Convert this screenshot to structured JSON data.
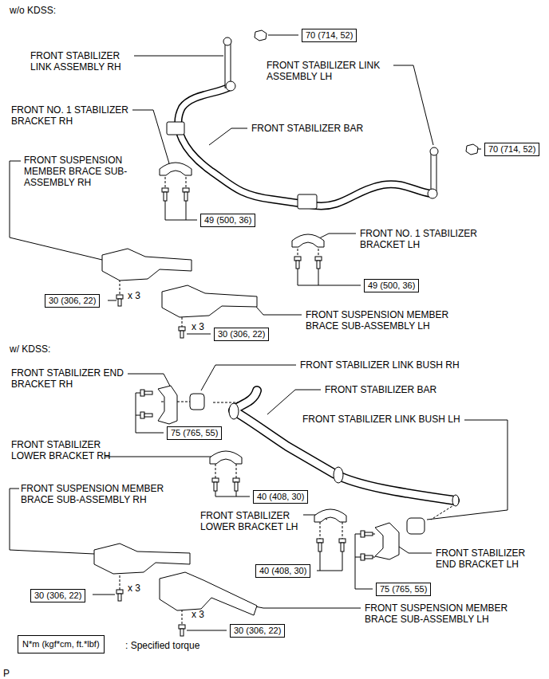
{
  "diagram": {
    "nodes": [
      {
        "text": [
          "70 (714, 52)"
        ]
      },
      {
        "text": [
          "70 (714, 52)"
        ]
      },
      {
        "text": [
          "49 (500, 36)"
        ]
      },
      {
        "text": [
          "49 (500, 36)"
        ]
      },
      {
        "text": [
          "30 (306, 22)"
        ]
      },
      {
        "text": [
          "30 (306, 22)"
        ]
      },
      {
        "text": [
          "75 (765, 55)"
        ]
      },
      {
        "text": [
          "40 (408, 30)"
        ]
      },
      {
        "text": [
          "40 (408, 30)"
        ]
      },
      {
        "text": [
          "75 (765, 55)"
        ]
      },
      {
        "text": [
          "30 (306, 22)"
        ]
      },
      {
        "text": [
          "30 (306, 22)"
        ]
      },
      {
        "text": [
          "N*m (kgf*cm, ft.*lbf)"
        ]
      }
    ],
    "labels": [
      "w/o KDSS:",
      "FRONT STABILIZER LINK ASSEMBLY RH",
      "FRONT STABILIZER LINK ASSEMBLY LH",
      "FRONT NO. 1 STABILIZER BRACKET RH",
      "FRONT STABILIZER BAR",
      "FRONT SUSPENSION MEMBER BRACE SUB-ASSEMBLY RH",
      "FRONT NO. 1 STABILIZER BRACKET LH",
      "x 3",
      "x 3",
      "FRONT SUSPENSION MEMBER BRACE SUB-ASSEMBLY LH",
      "w/ KDSS:",
      "FRONT STABILIZER END BRACKET RH",
      "FRONT STABILIZER LINK BUSH RH",
      "FRONT STABILIZER BAR",
      "FRONT STABILIZER LINK BUSH LH",
      "FRONT STABILIZER LOWER BRACKET RH",
      "FRONT SUSPENSION MEMBER BRACE SUB-ASSEMBLY RH",
      "FRONT STABILIZER LOWER BRACKET LH",
      "FRONT STABILIZER END BRACKET LH",
      "x 3",
      "x 3",
      "FRONT SUSPENSION MEMBER BRACE SUB-ASSEMBLY LH",
      ": Specified torque",
      "P"
    ]
  }
}
